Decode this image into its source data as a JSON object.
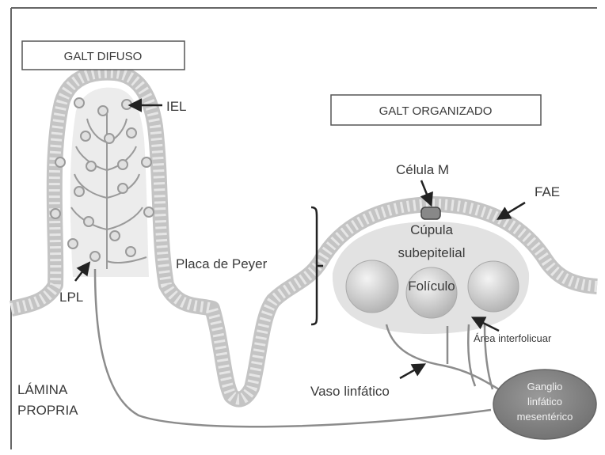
{
  "diagram": {
    "box_diffuse": "GALT DIFUSO",
    "box_organized": "GALT ORGANIZADO",
    "iel": "IEL",
    "lpl": "LPL",
    "lamina_line1": "LÁMINA",
    "lamina_line2": "PROPRIA",
    "peyer": "Placa de Peyer",
    "m_cell": "Célula M",
    "fae": "FAE",
    "dome_line1": "Cúpula",
    "dome_line2": "subepitelial",
    "follicle": "Folículo",
    "interfollicular": "Área interfolicuar",
    "lymph_vessel": "Vaso linfático",
    "node_line1": "Ganglio",
    "node_line2": "linfático",
    "node_line3": "mesentérico"
  },
  "colors": {
    "epithelium": "#c9c9c9",
    "tissue": "#d8d8d8",
    "line": "#555555",
    "node": "#8a8a8a"
  }
}
